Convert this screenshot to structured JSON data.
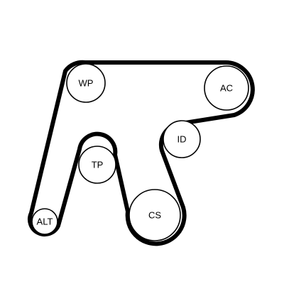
{
  "diagram": {
    "pulleys": [
      {
        "label": "WP"
      },
      {
        "label": "AC"
      },
      {
        "label": "ID"
      },
      {
        "label": "TP"
      },
      {
        "label": "CS"
      },
      {
        "label": "ALT"
      }
    ]
  }
}
